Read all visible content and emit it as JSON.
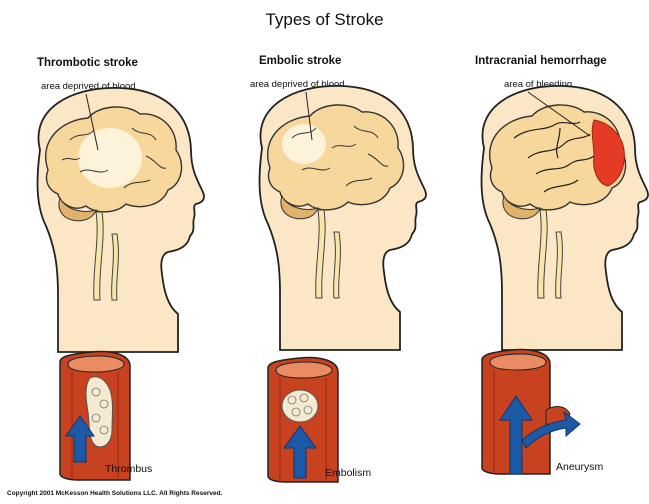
{
  "title": "Types of Stroke",
  "panels": [
    {
      "heading": "Thrombotic stroke",
      "area_label": "area deprived of blood",
      "vessel_label": "Thrombus"
    },
    {
      "heading": "Embolic stroke",
      "area_label": "area deprived of blood",
      "vessel_label": "Embolism"
    },
    {
      "heading": "Intracranial hemorrhage",
      "area_label": "area of bleeding",
      "vessel_label": "Aneurysm"
    }
  ],
  "copyright": "Copyright 2001 McKesson Health Solutions LLC.  All Rights Reserved.",
  "colors": {
    "skin": "#fbe7c5",
    "brain": "#f7d79b",
    "deprived_area": "#fdf2da",
    "bleeding": "#e53b25",
    "vessel_wall": "#c8421f",
    "vessel_inner": "#e98c64",
    "blood_arrow": "#1c5aa8",
    "clot": "#f4ead0"
  }
}
